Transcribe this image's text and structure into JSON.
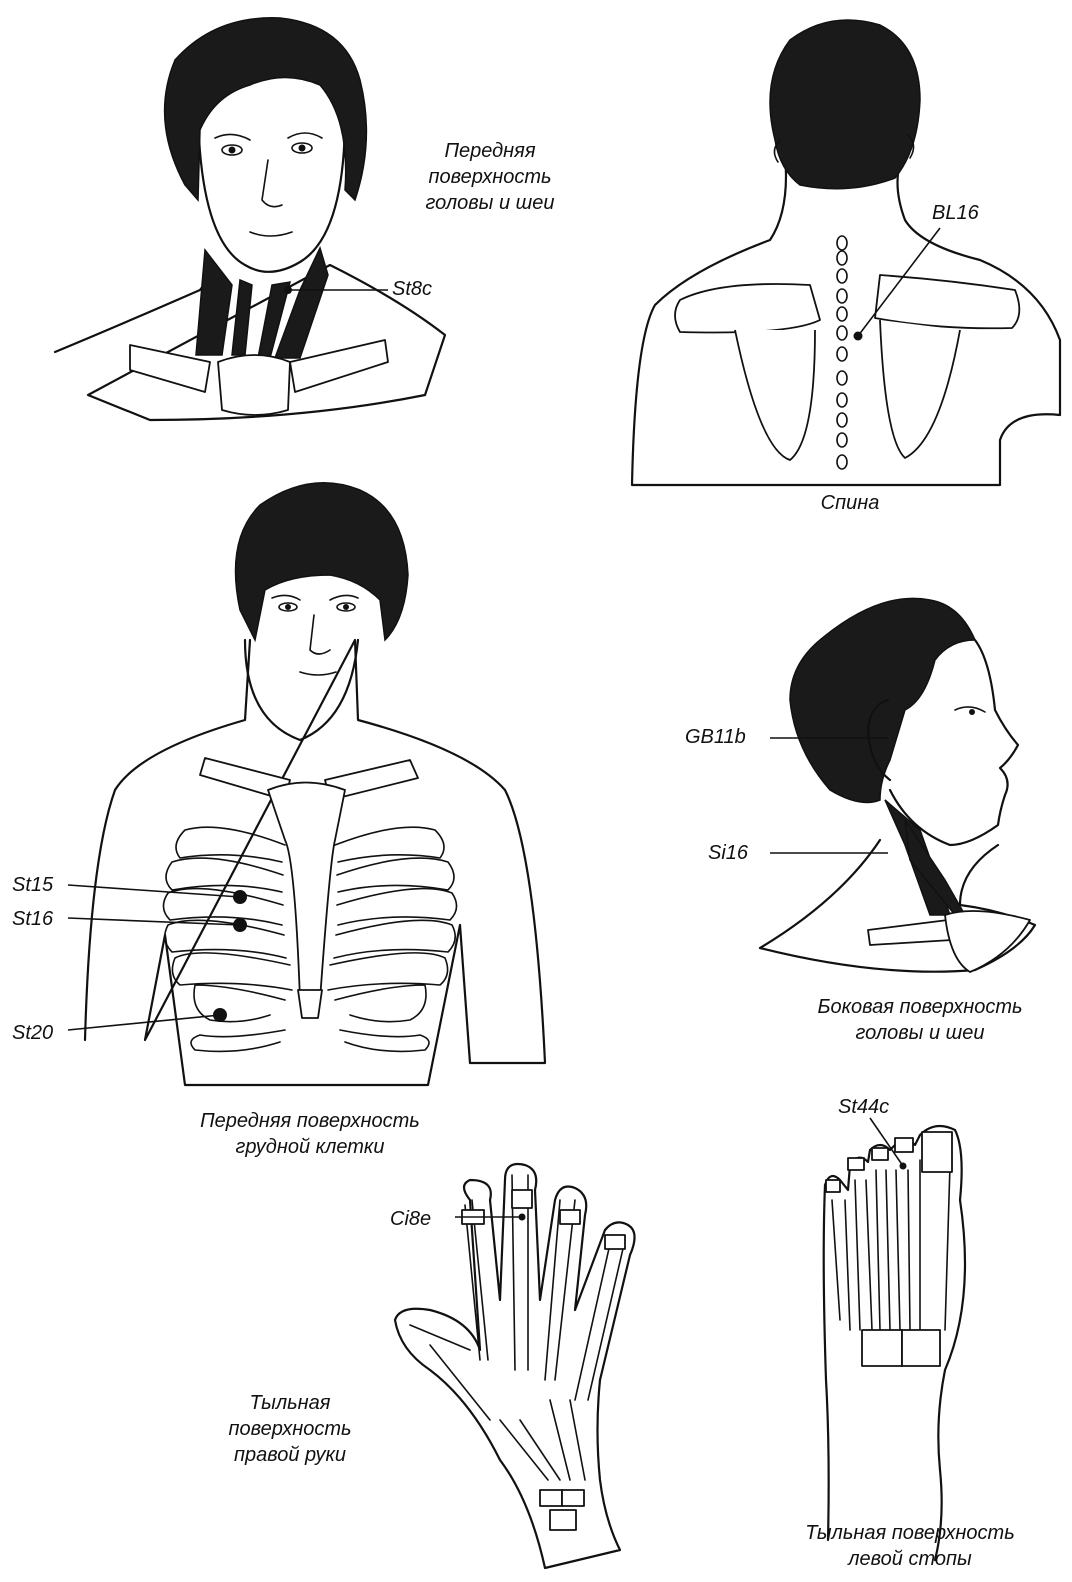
{
  "captions": {
    "front_head": [
      "Передняя",
      "поверхность",
      "головы и шеи"
    ],
    "back": [
      "Спина"
    ],
    "chest": [
      "Передняя поверхность",
      "грудной клетки"
    ],
    "side_head": [
      "Боковая поверхность",
      "головы и шеи"
    ],
    "hand": [
      "Тыльная",
      "поверхность",
      "правой руки"
    ],
    "foot": [
      "Тыльная поверхность",
      "левой стопы"
    ]
  },
  "points": {
    "st8c": "St8c",
    "bl16": "BL16",
    "st15": "St15",
    "st16": "St16",
    "st20": "St20",
    "gb11b": "GB11b",
    "si16": "Si16",
    "ci8e": "Ci8e",
    "st44c": "St44c"
  },
  "colors": {
    "ink": "#111111",
    "background": "#ffffff"
  }
}
